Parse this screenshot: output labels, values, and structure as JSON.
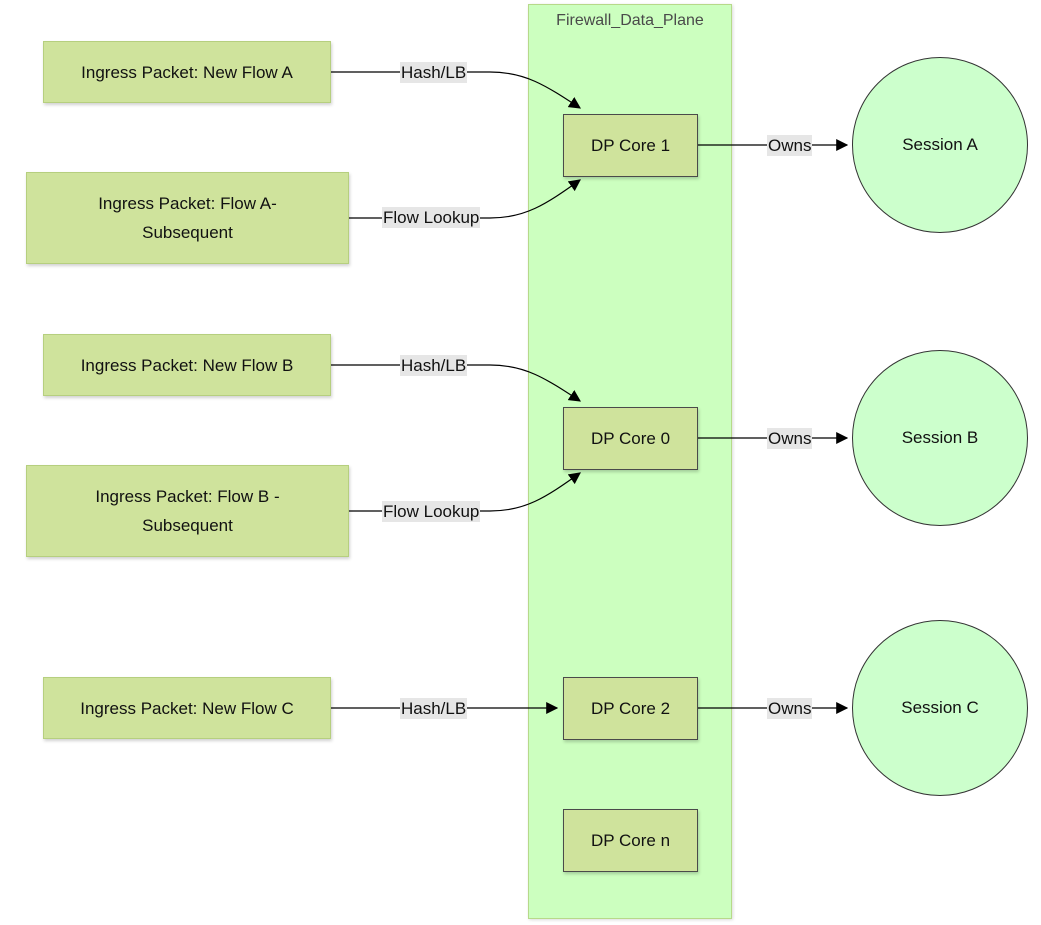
{
  "cluster": {
    "title": "Firewall_Data_Plane"
  },
  "ingress": {
    "new_flow_a": "Ingress Packet: New Flow A",
    "flow_a_subsequent_line1": "Ingress Packet: Flow A-",
    "flow_a_subsequent_line2": "Subsequent",
    "new_flow_b": "Ingress Packet: New Flow B",
    "flow_b_subsequent_line1": "Ingress Packet: Flow B -",
    "flow_b_subsequent_line2": "Subsequent",
    "new_flow_c": "Ingress Packet: New Flow C"
  },
  "cores": {
    "core1": "DP Core 1",
    "core0": "DP Core 0",
    "core2": "DP Core 2",
    "coren": "DP Core n"
  },
  "sessions": {
    "a": "Session A",
    "b": "Session B",
    "c": "Session C"
  },
  "edge_labels": {
    "hash_lb_a": "Hash/LB",
    "lookup_a": "Flow Lookup",
    "hash_lb_b": "Hash/LB",
    "lookup_b": "Flow Lookup",
    "hash_lb_c": "Hash/LB",
    "owns_a": "Owns",
    "owns_b": "Owns",
    "owns_c": "Owns"
  }
}
